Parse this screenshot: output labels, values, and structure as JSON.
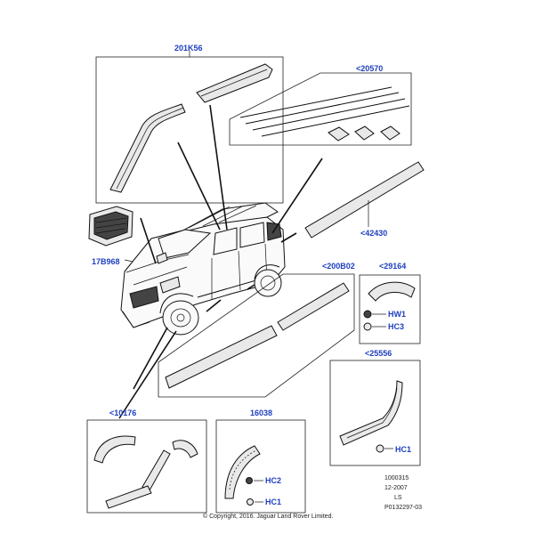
{
  "labels": {
    "visor": "201K56",
    "mouldings": "<20570",
    "grille": "17B968",
    "door_strip": "<42430",
    "side_panel": "<200B02",
    "flare_kit": "<29164",
    "hw1_a": "HW1",
    "hc3": "HC3",
    "rear_flare": "<25556",
    "hc1_a": "HC1",
    "arch_kit": "<10176",
    "front_arch": "16038",
    "hc2": "HC2",
    "hc1_b": "HC1"
  },
  "meta": {
    "code": "1000315",
    "date": "12-2007",
    "region": "LS",
    "ref": "P0132297-03"
  },
  "copyright": "© Copyright, 2016. Jaguar Land Rover Limited."
}
